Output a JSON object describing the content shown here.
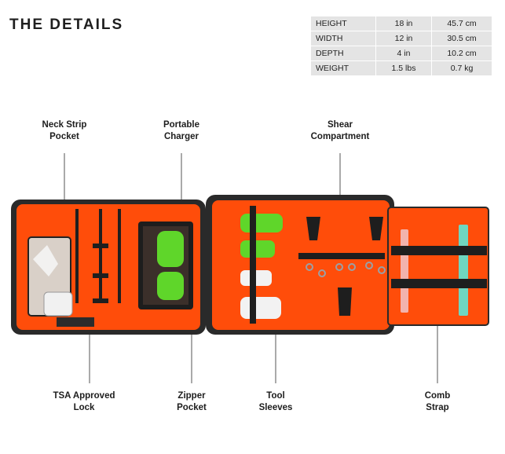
{
  "title": "THE DETAILS",
  "specs": [
    {
      "label": "HEIGHT",
      "in": "18 in",
      "metric": "45.7 cm"
    },
    {
      "label": "WIDTH",
      "in": "12 in",
      "metric": "30.5 cm"
    },
    {
      "label": "DEPTH",
      "in": "4 in",
      "metric": "10.2 cm"
    },
    {
      "label": "WEIGHT",
      "in": "1.5 lbs",
      "metric": "0.7 kg"
    }
  ],
  "callouts": {
    "neck_strip": [
      "Neck Strip",
      "Pocket"
    ],
    "portable_charger": [
      "Portable",
      "Charger"
    ],
    "shear_compartment": [
      "Shear",
      "Compartment"
    ],
    "tsa_lock": [
      "TSA Approved",
      "Lock"
    ],
    "zipper_pocket": [
      "Zipper",
      "Pocket"
    ],
    "tool_sleeves": [
      "Tool",
      "Sleeves"
    ],
    "comb_strap": [
      "Comb",
      "Strap"
    ]
  },
  "colors": {
    "lining": "#ff4d0a",
    "shell": "#2a2a2a",
    "charger": "#5fd62a",
    "comb_pink": "#f2b3ad",
    "comb_teal": "#6fd6c0"
  }
}
